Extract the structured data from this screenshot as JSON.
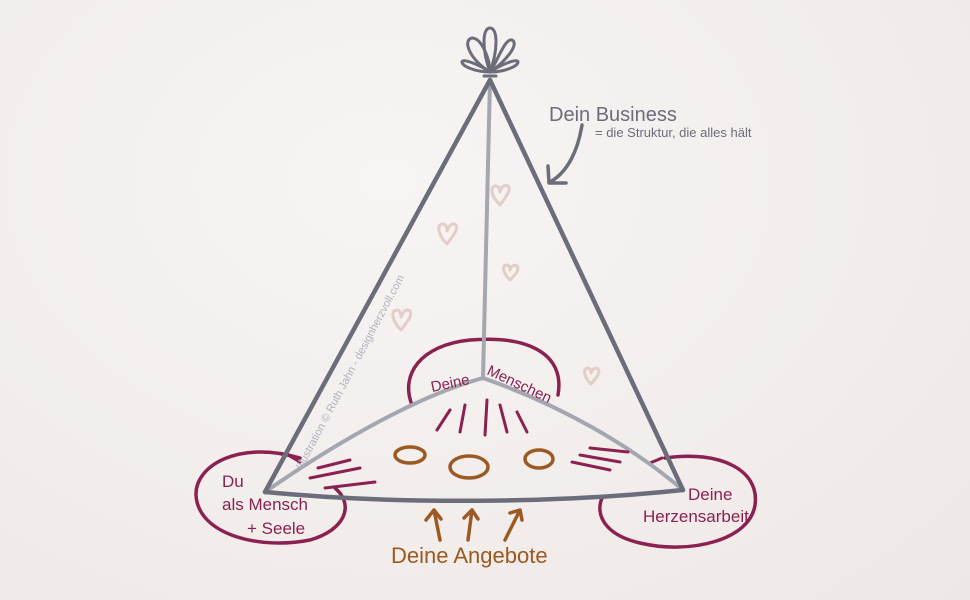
{
  "title": {
    "main": "Dein Business",
    "sub": "= die Struktur, die alles hält"
  },
  "labels": {
    "left_line1": "Du",
    "left_line2": "als Mensch",
    "left_line3": "+ Seele",
    "right_line1": "Deine",
    "right_line2": "Herzensarbeit",
    "top_word1": "Deine",
    "top_word2": "Menschen",
    "bottom": "Deine Angebote"
  },
  "watermark": "Illustration © Ruth Jahn - designherzvoll.com",
  "colors": {
    "wine": "#8a2150",
    "brown": "#9a5a22",
    "grey": "#6c6d7b",
    "light_grey": "#a4a6b0",
    "heart": "#e3cdc8"
  }
}
